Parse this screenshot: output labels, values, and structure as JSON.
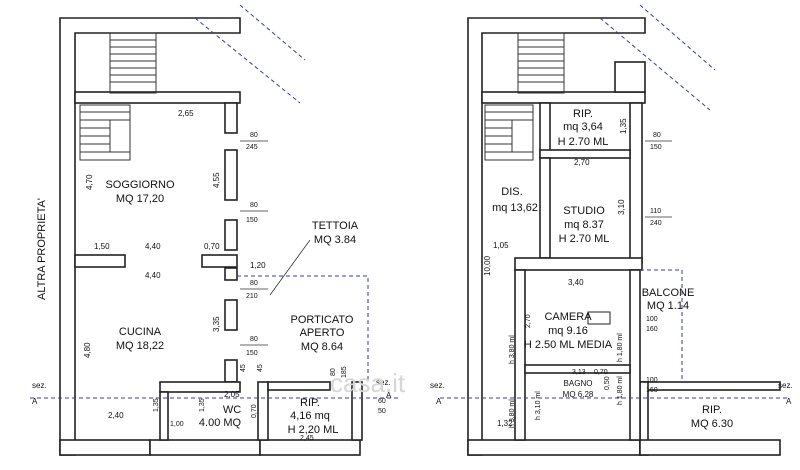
{
  "left_plan": {
    "side_label": "ALTRA PROPRIETA'",
    "rooms": {
      "soggiorno": {
        "name": "SOGGIORNO",
        "area": "MQ 17,20"
      },
      "cucina": {
        "name": "CUCINA",
        "area": "MQ 18,22"
      },
      "tettoia": {
        "name": "TETTOIA",
        "area": "MQ 3.84"
      },
      "porticato": {
        "name1": "PORTICATO",
        "name2": "APERTO",
        "area": "MQ 8.64"
      },
      "wc": {
        "name": "WC",
        "area": "4.00 MQ"
      },
      "rip": {
        "name": "RIP.",
        "area": "4,16 mq",
        "height": "H 2,20 ML"
      }
    },
    "dimensions": [
      "2,65",
      "4,70",
      "4,55",
      "1,50",
      "4,40",
      "4,40",
      "0,70",
      "1,20",
      "3,35",
      "4,80",
      "2,05",
      "2,40",
      "1,35",
      "1,35",
      "1,00",
      "0,70",
      "2,45"
    ],
    "openings": [
      "80",
      "245",
      "80",
      "150",
      "80",
      "210",
      "80",
      "150",
      "45",
      "45",
      "80",
      "185",
      "60",
      "50"
    ]
  },
  "right_plan": {
    "rooms": {
      "rip_top": {
        "name": "RIP.",
        "area": "mq 3,64",
        "height": "H 2.70 ML"
      },
      "dis": {
        "name": "DIS.",
        "area": "mq 13,62"
      },
      "studio": {
        "name": "STUDIO",
        "area": "mq 8.37",
        "height": "H 2.70 ML"
      },
      "camera": {
        "name": "CAMERA",
        "area": "mq 9.16",
        "height": "H 2.50 ML MEDIA"
      },
      "balcone": {
        "name": "BALCONE",
        "area": "MQ 1.14"
      },
      "bagno": {
        "name": "BAGNO",
        "area": "MQ 6.28"
      },
      "rip_bottom": {
        "name": "RIP.",
        "area": "MQ 6.30"
      }
    },
    "dimensions": [
      "1,35",
      "2,70",
      "3,10",
      "1,05",
      "10,00",
      "3,40",
      "2,70",
      "3,13",
      "0,70",
      "0,50",
      "1,32"
    ],
    "openings": [
      "80",
      "150",
      "110",
      "240",
      "100",
      "160",
      "100",
      "160"
    ],
    "heights": [
      "h 3,80 ml",
      "h 1,80 ml",
      "h 3,10 ml",
      "h 1,80 ml",
      "h 3,80 ml"
    ]
  },
  "section_marks": {
    "label": "sez.",
    "letter": "A"
  },
  "watermark": "casa.it"
}
